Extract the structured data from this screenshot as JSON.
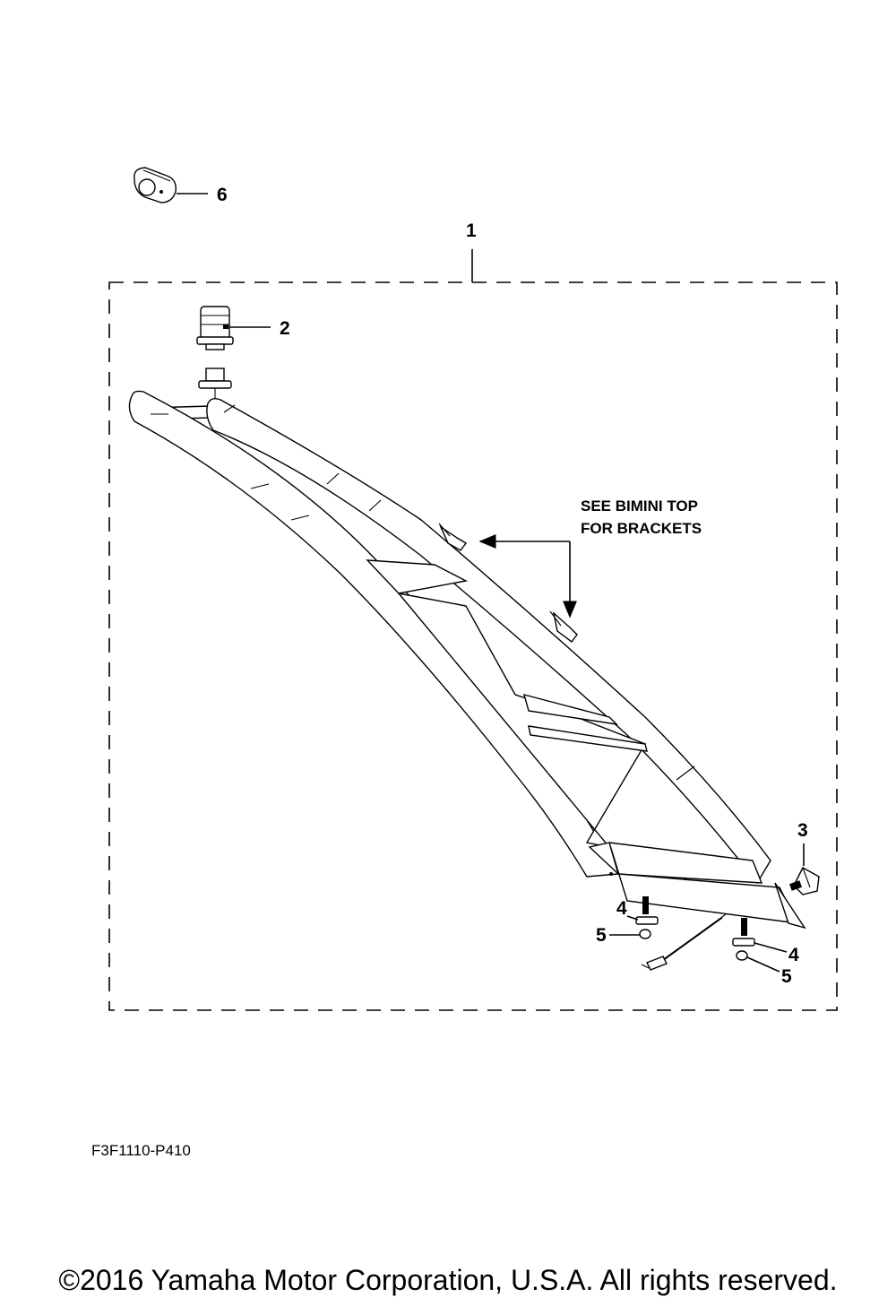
{
  "callouts": {
    "c1": "1",
    "c2": "2",
    "c3": "3",
    "c4a": "4",
    "c4b": "4",
    "c5a": "5",
    "c5b": "5",
    "c6": "6"
  },
  "note": {
    "line1": "SEE BIMINI TOP",
    "line2": "FOR BRACKETS"
  },
  "drawing_code": "F3F1110-P410",
  "copyright": "©2016 Yamaha Motor Corporation, U.S.A. All rights reserved."
}
